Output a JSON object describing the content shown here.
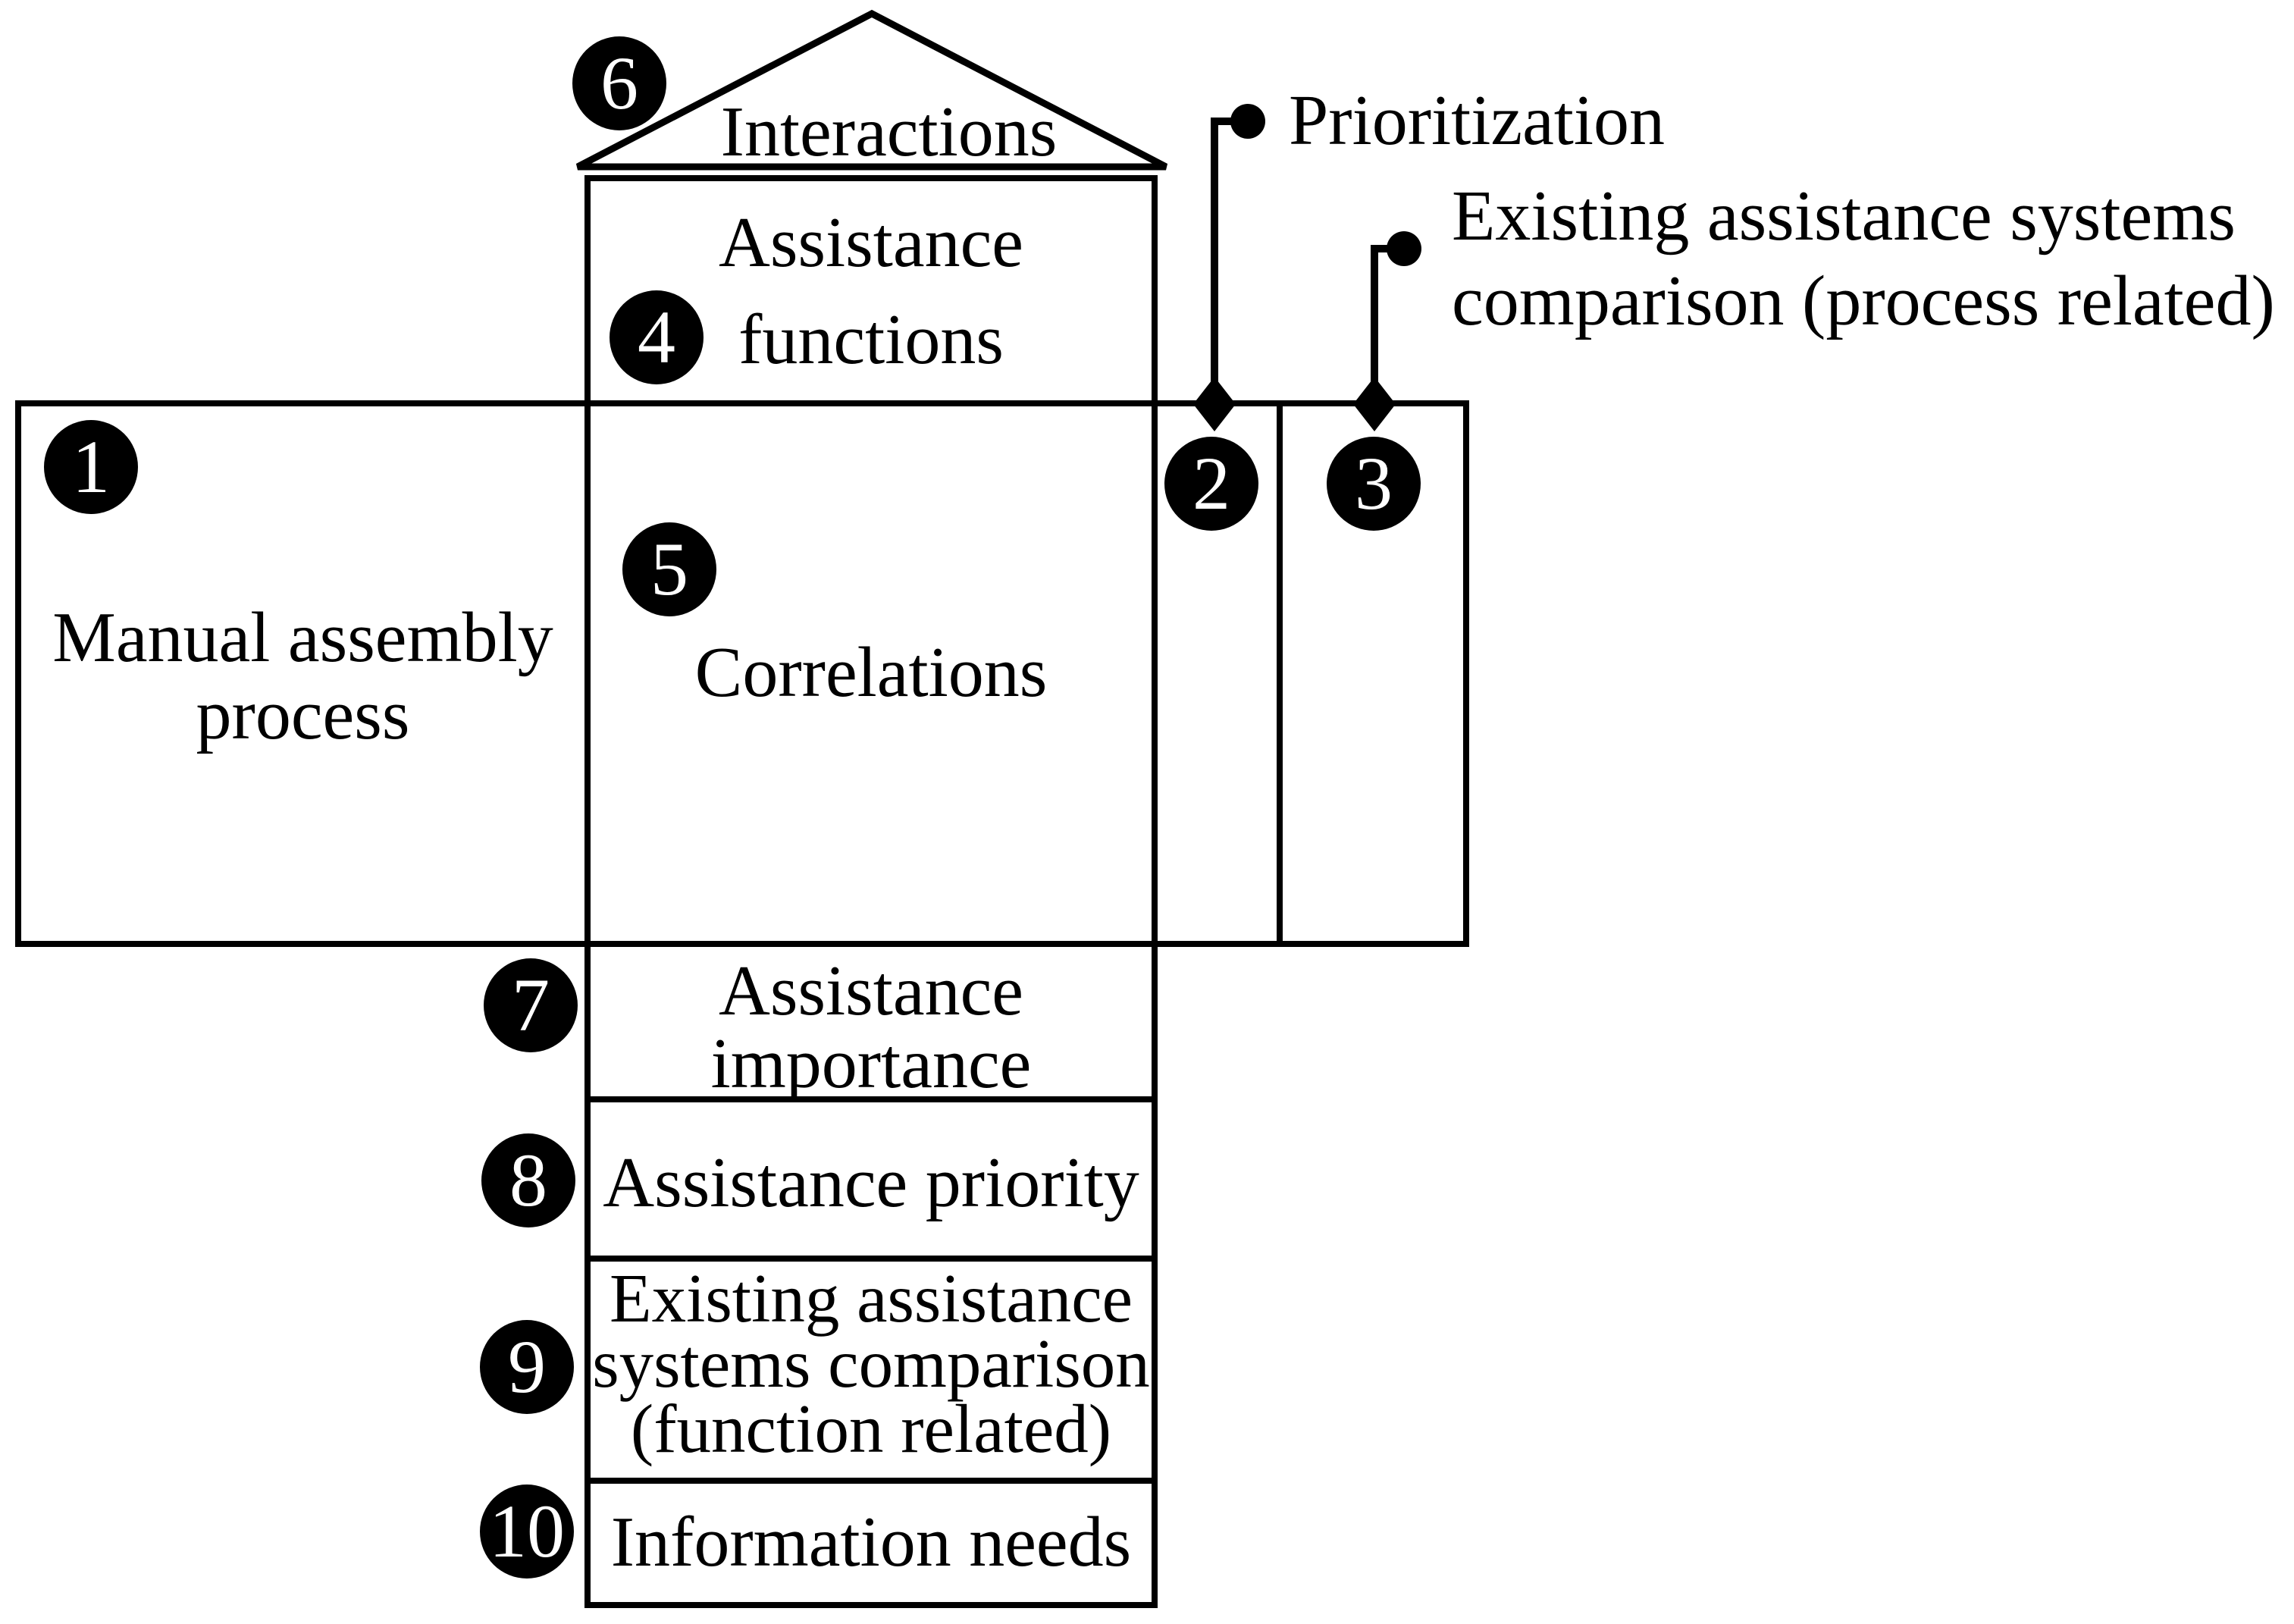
{
  "colors": {
    "ink": "#000000",
    "paper": "#ffffff"
  },
  "roof": {
    "badge": "6",
    "label": "Interactions"
  },
  "boxes": {
    "assistance_functions": {
      "badge": "4",
      "lines": [
        "Assistance",
        "functions"
      ]
    },
    "manual_assembly": {
      "badge": "1",
      "lines": [
        "Manual assembly",
        "process"
      ]
    },
    "correlations": {
      "badge": "5",
      "label": "Correlations"
    },
    "prioritization_column": {
      "badge": "2"
    },
    "process_comparison_column": {
      "badge": "3"
    },
    "assistance_importance": {
      "badge": "7",
      "lines": [
        "Assistance",
        "importance"
      ]
    },
    "assistance_priority": {
      "badge": "8",
      "label": "Assistance priority"
    },
    "function_comparison": {
      "badge": "9",
      "lines": [
        "Existing assistance",
        "systems comparison",
        "(function related)"
      ]
    },
    "information_needs": {
      "badge": "10",
      "label": "Information needs"
    }
  },
  "callouts": {
    "prioritization": {
      "label": "Prioritization"
    },
    "process_comparison": {
      "lines": [
        "Existing assistance systems",
        "comparison (process related)"
      ]
    }
  }
}
